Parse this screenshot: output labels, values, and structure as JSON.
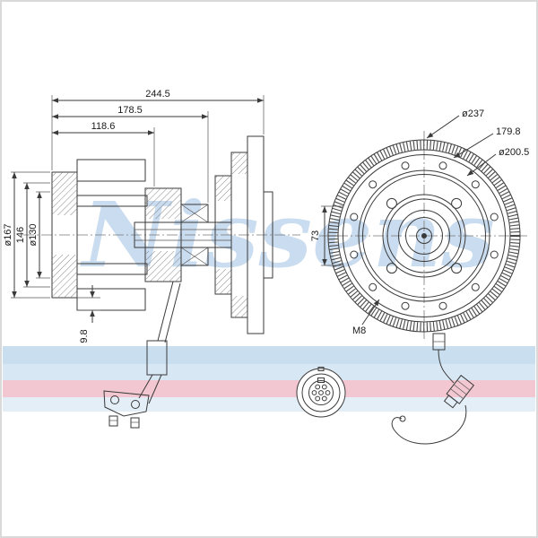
{
  "meta": {
    "description": "Technical product drawing of a radiator fan clutch, side cross-section and front view"
  },
  "watermark": {
    "text": "Nissens"
  },
  "side_view": {
    "dim_width_total": "244.5",
    "dim_width_mid": "178.5",
    "dim_width_inner": "118.6",
    "dim_dia_outer": "ø167",
    "dim_dia_mid": "146",
    "dim_dia_inner": "ø130",
    "dim_offset": "9.8"
  },
  "front_view": {
    "dim_dia_outer": "ø237",
    "dim_spacing": "179.8",
    "dim_dia_bolt": "ø200.5",
    "dim_height": "73",
    "dim_thread": "M8"
  },
  "colors": {
    "line": "#3a3a3a",
    "watermark_blue": "#cadcef",
    "stripe_blue": "#a8c9e4",
    "stripe_blue_mid": "#bcd6ec",
    "stripe_pink": "#f0b7c4",
    "stripe_blue_light": "#d2e3f2"
  }
}
